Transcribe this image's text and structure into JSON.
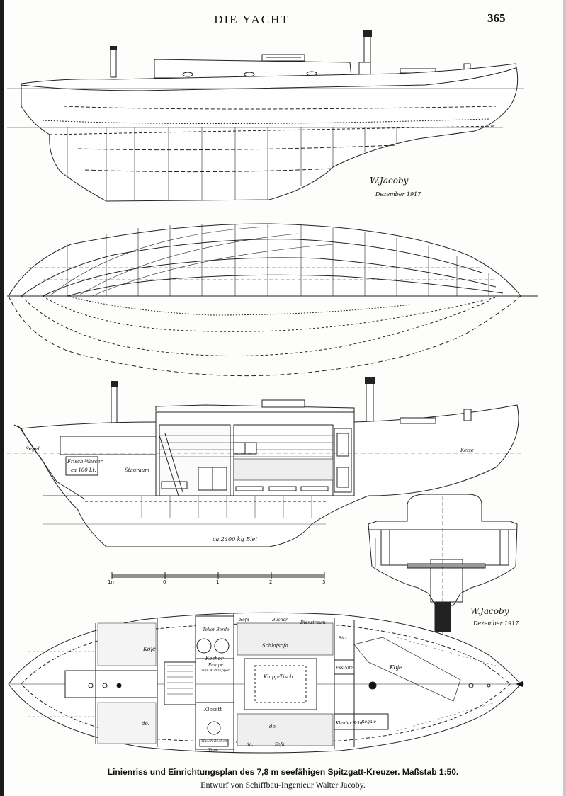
{
  "header": {
    "title": "DIE YACHT",
    "page_number": "365"
  },
  "signatures": [
    {
      "name": "W.Jacoby",
      "date": "Dezember 1917"
    },
    {
      "name": "W.Jacoby",
      "date": "Dezember 1917"
    }
  ],
  "scale_bar": {
    "ticks": [
      "1m",
      "0",
      "1",
      "2",
      "3"
    ]
  },
  "profile_labels": {
    "segel": "Segel",
    "frischwasser": "Frisch-Wasser",
    "frischwasser_amount": "ca 100 Lt.",
    "stauraum": "Stauraum",
    "kette": "Kette",
    "ballast": "ca 2400 kg Blei"
  },
  "plan_labels": {
    "koje_left": "Koje",
    "koje_right": "Koje",
    "da": "do.",
    "da2": "do.",
    "teller_borde": "Teller Borde",
    "kocher": "Kocher",
    "pumpe": "Pumpe",
    "pumpe_note": "zum Aufklappen",
    "klosett": "Klosett",
    "waschbecken": "Wasch Becken",
    "tank": "Tank",
    "sofa_top1": "Sofa",
    "sofa_top2": "Bücher",
    "sofa_top3": "Dienstraum",
    "schlafsofa": "Schlafsofa",
    "klapptisch": "Klapp-Tisch",
    "sofa_bottom": "Sofa",
    "sofa_bottom2": "do.",
    "sitz": "Sitz",
    "ess_sitz": "Ess-Sitz",
    "kleider": "Kleider Schr.",
    "regale": "Regale"
  },
  "caption": {
    "line1": "Linienriss und Einrichtungsplan des 7,8 m seefähigen Spitzgatt-Kreuzer.  Maßstab 1:50.",
    "line2": "Entwurf von Schiffbau-Ingenieur Walter Jacoby."
  }
}
